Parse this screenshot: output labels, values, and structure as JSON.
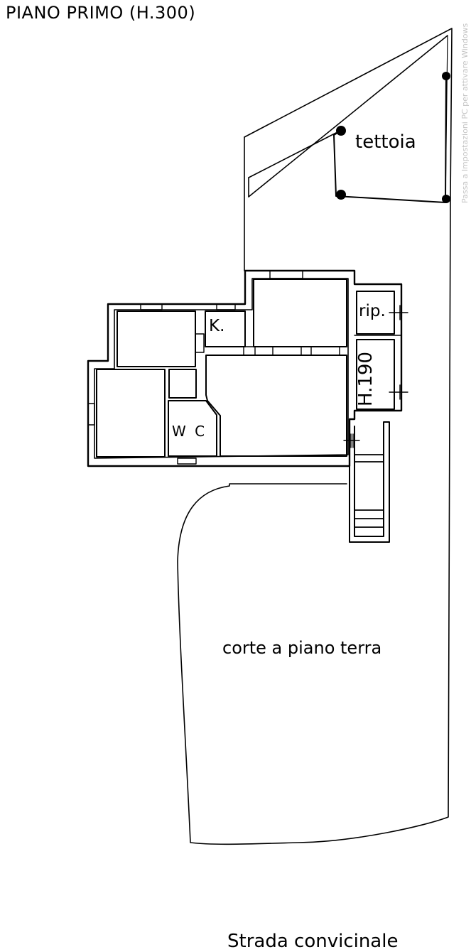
{
  "plan": {
    "title": "PIANO PRIMO (H.300)",
    "labels": {
      "canopy": "tettoia",
      "storage": "rip.",
      "kitchen": "K.",
      "ceiling_height": "H.190",
      "toilet": "W C",
      "courtyard": "corte a piano terra",
      "road": "Strada convicinale"
    },
    "watermark": "Passa a Impostazioni PC per attivare Windows",
    "line_color": "#000000",
    "background_color": "#ffffff"
  }
}
